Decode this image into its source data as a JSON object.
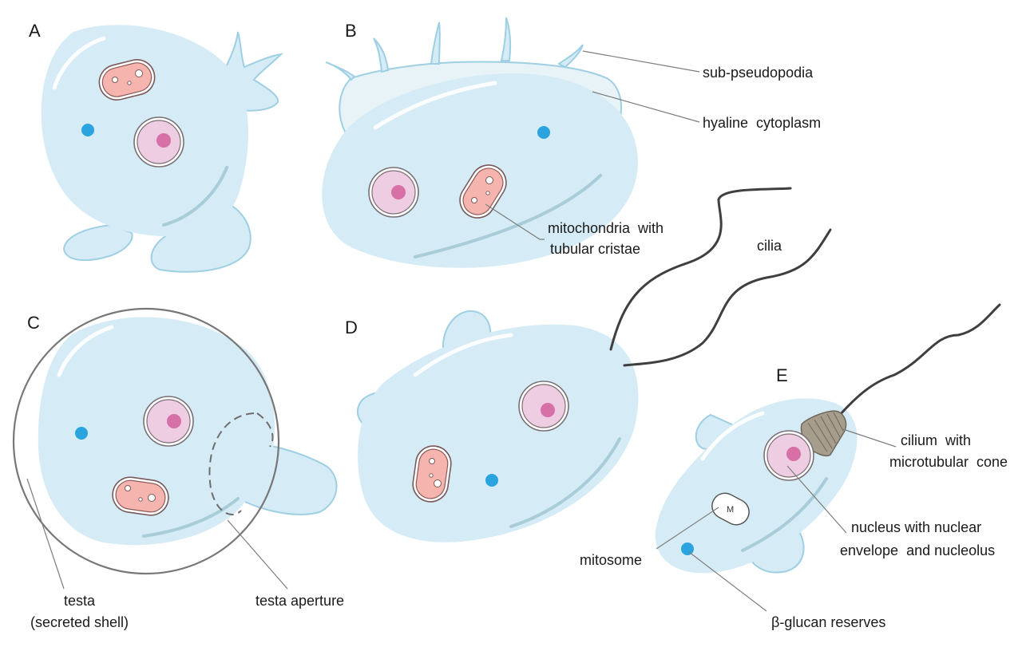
{
  "panels": {
    "a": "A",
    "b": "B",
    "c": "C",
    "d": "D",
    "e": "E"
  },
  "labels": {
    "sub_pseudopodia": "sub-pseudopodia",
    "hyaline_cytoplasm": "hyaline  cytoplasm",
    "mito_line1": "mitochondria  with",
    "mito_line2": "tubular cristae",
    "cilia": "cilia",
    "testa_line1": "testa",
    "testa_line2": "(secreted shell)",
    "testa_aperture": "testa aperture",
    "cilium_line1": "cilium  with",
    "cilium_line2": "microtubular  cone",
    "nucleus_line1": "nucleus with nuclear",
    "nucleus_line2": "envelope  and nucleolus",
    "mitosome": "mitosome",
    "mitosome_mark": "M",
    "glucan": "β-glucan reserves"
  },
  "colors": {
    "cytoplasm": "#d5ebf5",
    "cytoplasm_edge": "#9fcfe3",
    "nucleus": "#eecde3",
    "nucleolus": "#d870a8",
    "mitochondrion": "#f5b5ae",
    "glucan": "#2aa3df",
    "cilium": "#3f3f3f",
    "cone": "#a79d8c"
  }
}
